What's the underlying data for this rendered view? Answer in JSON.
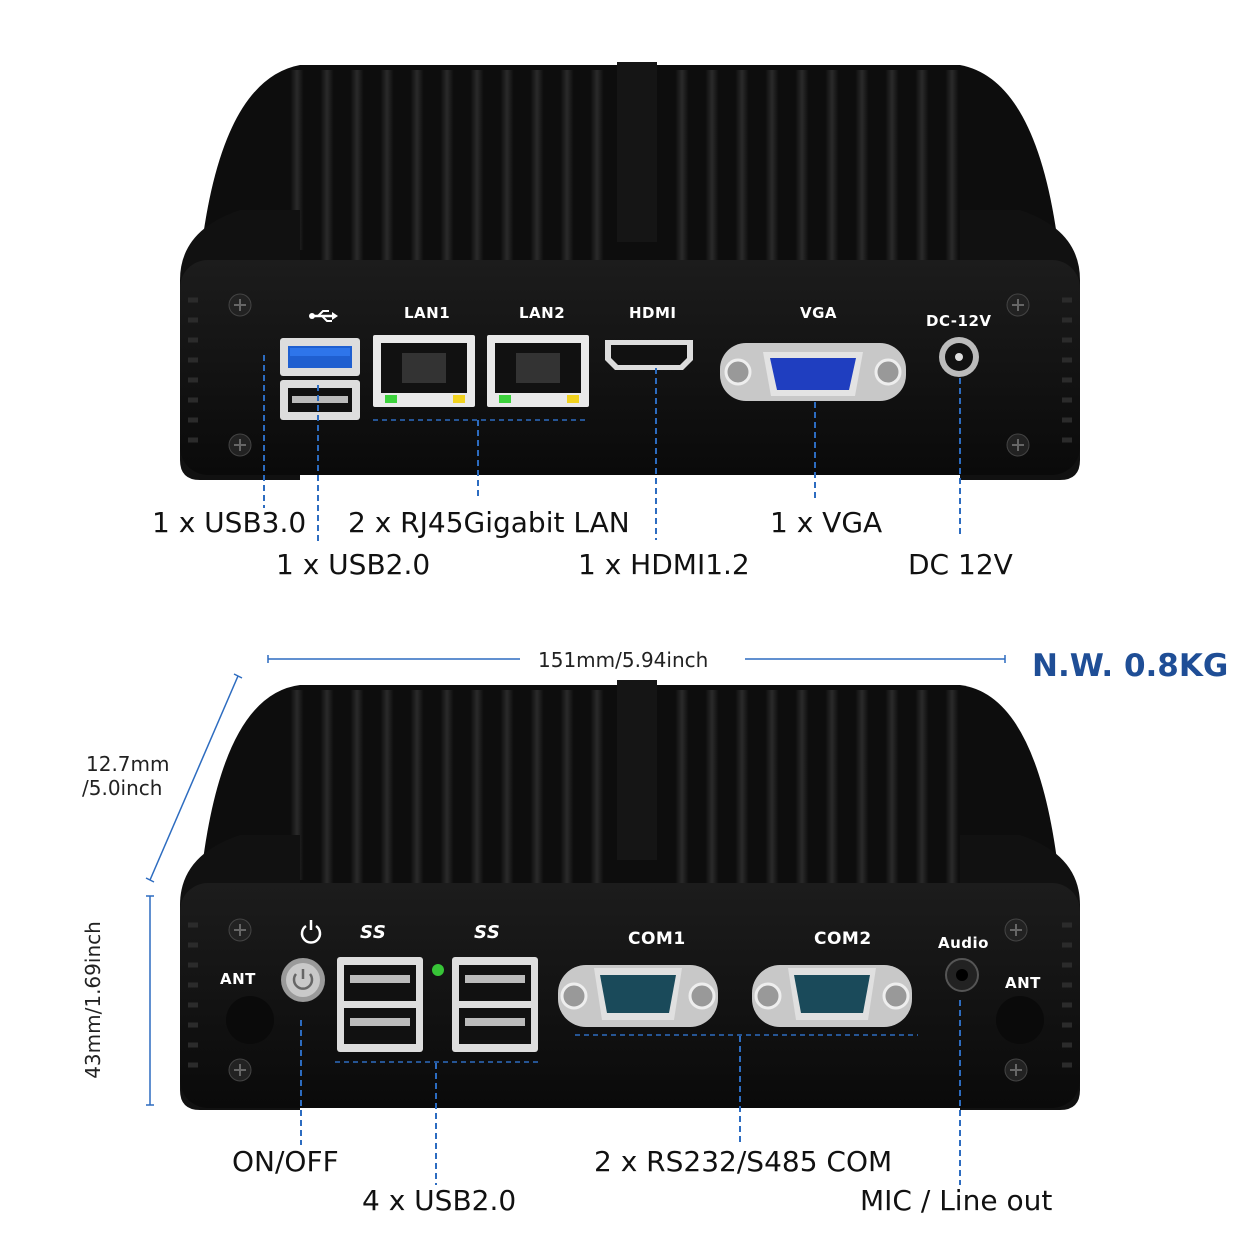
{
  "top_panel": {
    "ports": {
      "lan1": "LAN1",
      "lan2": "LAN2",
      "hdmi": "HDMI",
      "vga": "VGA",
      "dc": "DC-12V"
    },
    "callouts": {
      "usb30": "1 x USB3.0",
      "usb20": "1 x USB2.0",
      "lan": "2 x RJ45Gigabit LAN",
      "hdmi": "1 x HDMI1.2",
      "vga": "1 x VGA",
      "dc": "DC 12V"
    }
  },
  "dimensions": {
    "width": "151mm/5.94inch",
    "depth_line1": "12.7mm",
    "depth_line2": "/5.0inch",
    "height": "43mm/1.69inch",
    "net_weight": "N.W. 0.8KG"
  },
  "bottom_panel": {
    "ports": {
      "com1": "COM1",
      "com2": "COM2",
      "audio": "Audio",
      "ant_left": "ANT",
      "ant_right": "ANT",
      "ss_left": "SS",
      "ss_right": "SS"
    },
    "callouts": {
      "onoff": "ON/OFF",
      "usb": "4 x USB2.0",
      "com": "2 x RS232/S485 COM",
      "mic": "MIC / Line out"
    }
  },
  "colors": {
    "accent_blue": "#1f4e96",
    "callout_line": "#2d6cc0",
    "chassis": "#141414"
  }
}
